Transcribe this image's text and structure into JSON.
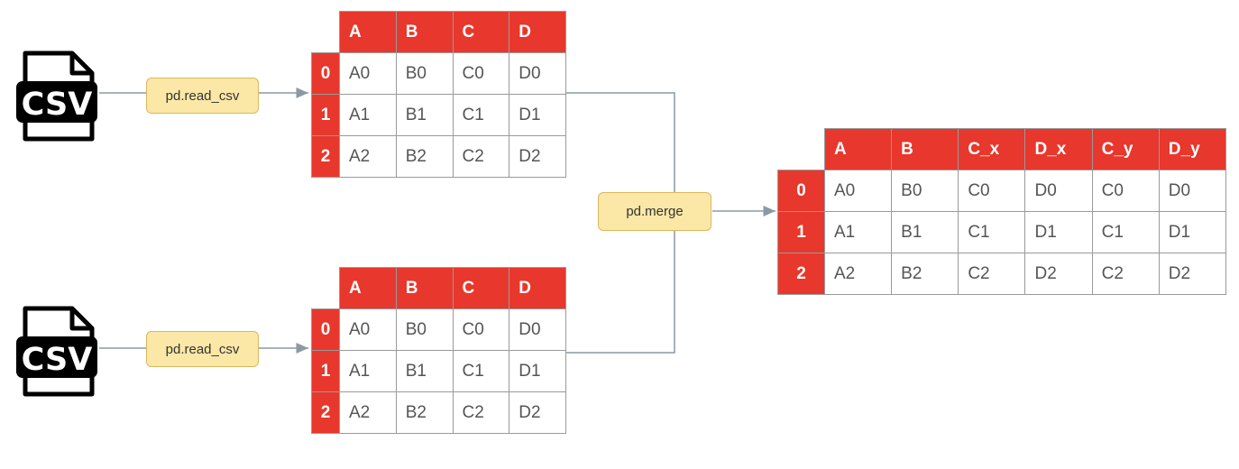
{
  "inputs": [
    {
      "icon_text": "CSV",
      "operation": "pd.read_csv",
      "columns": [
        "A",
        "B",
        "C",
        "D"
      ],
      "index": [
        "0",
        "1",
        "2"
      ],
      "rows": [
        [
          "A0",
          "B0",
          "C0",
          "D0"
        ],
        [
          "A1",
          "B1",
          "C1",
          "D1"
        ],
        [
          "A2",
          "B2",
          "C2",
          "D2"
        ]
      ]
    },
    {
      "icon_text": "CSV",
      "operation": "pd.read_csv",
      "columns": [
        "A",
        "B",
        "C",
        "D"
      ],
      "index": [
        "0",
        "1",
        "2"
      ],
      "rows": [
        [
          "A0",
          "B0",
          "C0",
          "D0"
        ],
        [
          "A1",
          "B1",
          "C1",
          "D1"
        ],
        [
          "A2",
          "B2",
          "C2",
          "D2"
        ]
      ]
    }
  ],
  "merge": {
    "operation": "pd.merge",
    "columns": [
      "A",
      "B",
      "C_x",
      "D_x",
      "C_y",
      "D_y"
    ],
    "index": [
      "0",
      "1",
      "2"
    ],
    "rows": [
      [
        "A0",
        "B0",
        "C0",
        "D0",
        "C0",
        "D0"
      ],
      [
        "A1",
        "B1",
        "C1",
        "D1",
        "C1",
        "D1"
      ],
      [
        "A2",
        "B2",
        "C2",
        "D2",
        "C2",
        "D2"
      ]
    ]
  },
  "colors": {
    "header": "#e8372c",
    "label_fill": "#fbe7a6",
    "connector": "#8a9aa5"
  }
}
